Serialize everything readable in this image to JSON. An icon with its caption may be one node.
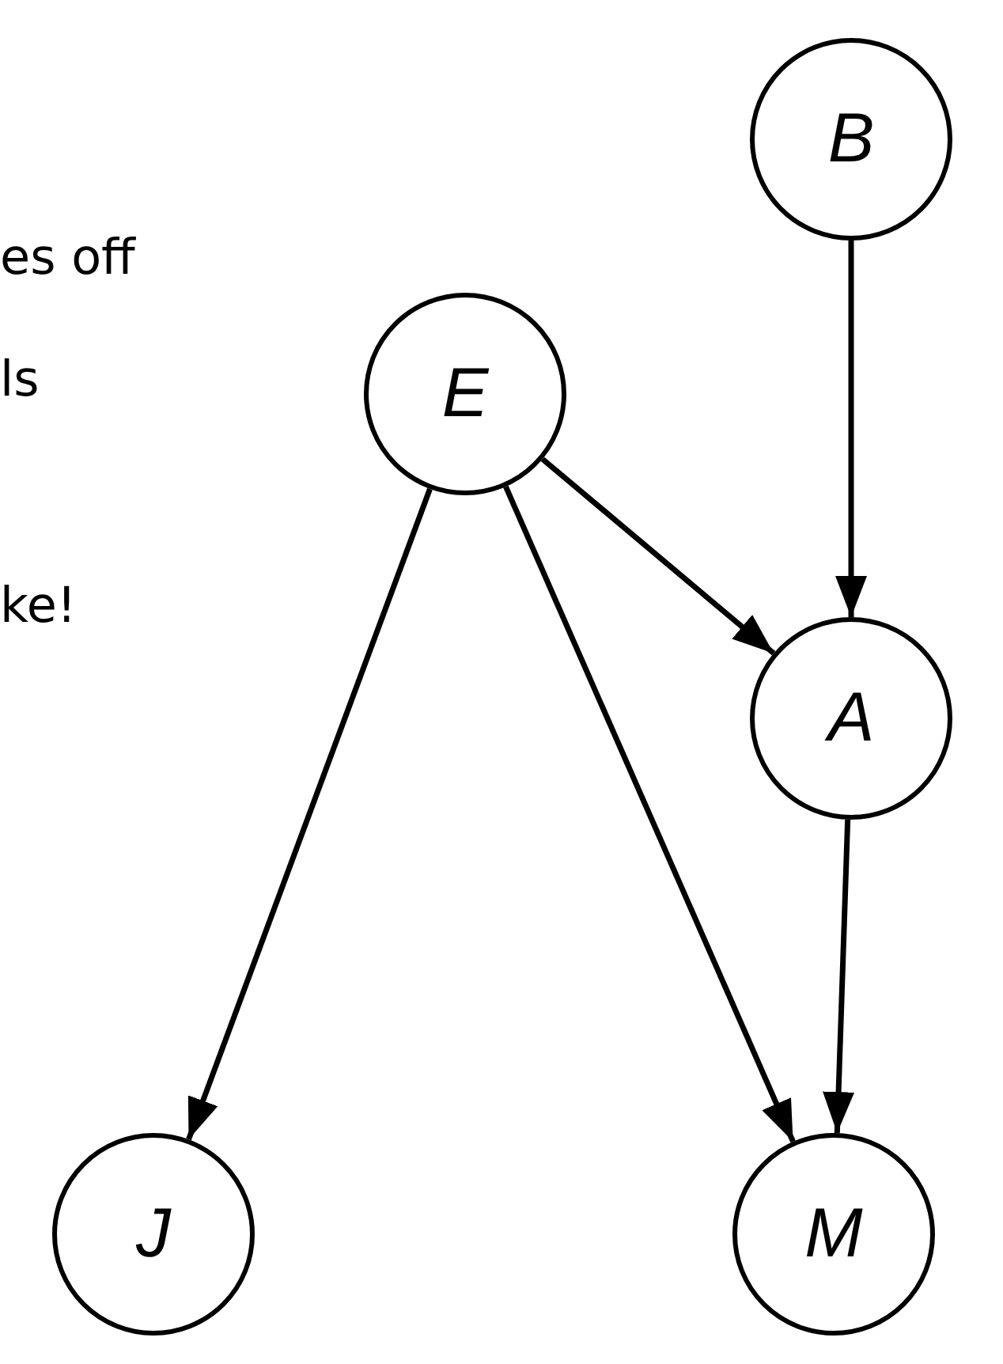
{
  "diagram": {
    "nodes": [
      {
        "text": [
          "B"
        ]
      },
      {
        "text": [
          "E"
        ]
      },
      {
        "text": [
          "A"
        ]
      },
      {
        "text": [
          "J"
        ]
      },
      {
        "text": [
          "M"
        ]
      }
    ],
    "edges": [
      {
        "from": 0,
        "to": 2,
        "arrow": "to"
      },
      {
        "from": 1,
        "to": 2,
        "arrow": "to"
      },
      {
        "from": 1,
        "to": 3,
        "arrow": "to"
      },
      {
        "from": 1,
        "to": 4,
        "arrow": "to"
      },
      {
        "from": 2,
        "to": 4,
        "arrow": "to"
      }
    ],
    "labels": [
      "es off",
      "ls",
      "ke!"
    ]
  }
}
